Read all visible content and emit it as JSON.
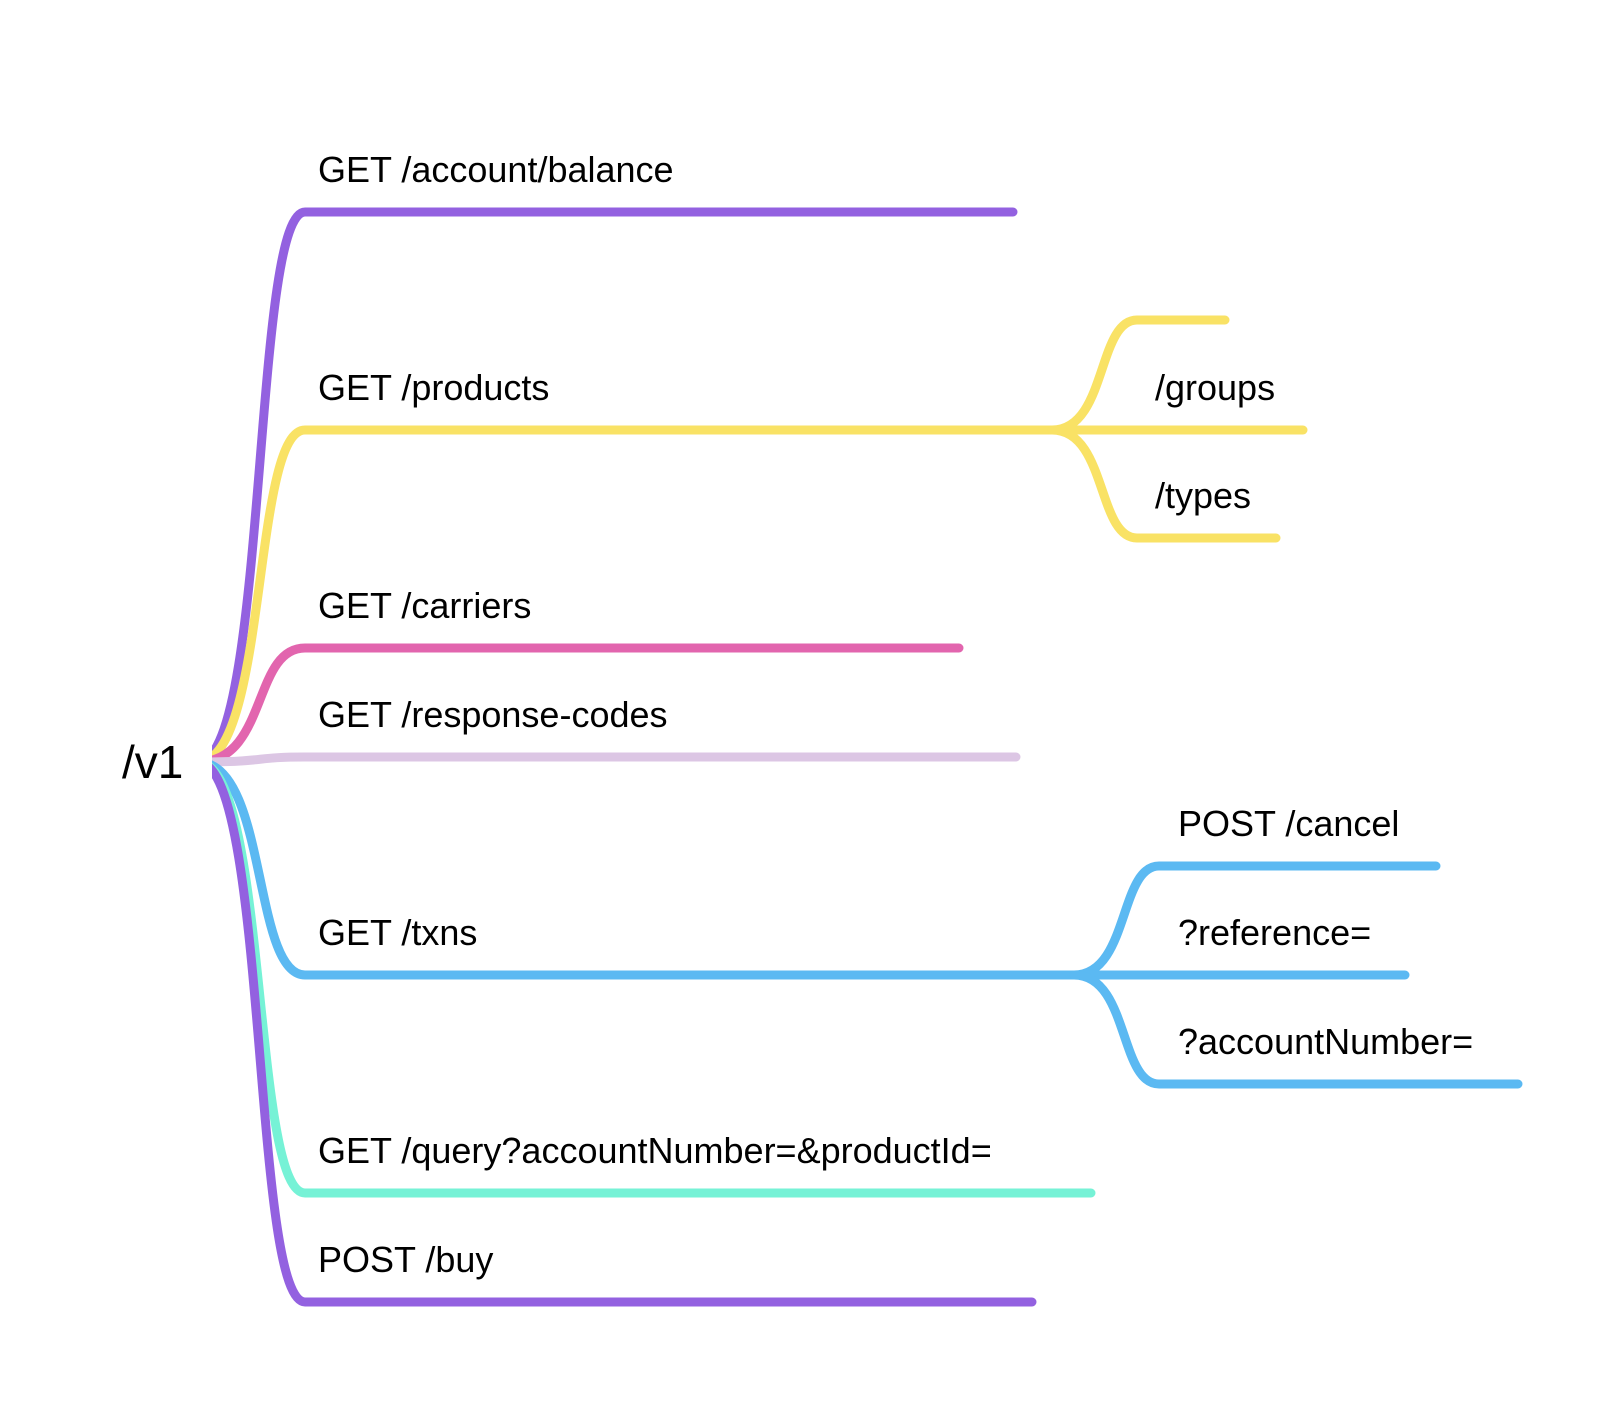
{
  "root": {
    "label": "/v1"
  },
  "branches": [
    {
      "label": "GET /account/balance",
      "color": "#9361E0",
      "children": []
    },
    {
      "label": "GET /products",
      "color": "#F9E265",
      "children": [
        {
          "label": ""
        },
        {
          "label": "/groups"
        },
        {
          "label": "/types"
        }
      ]
    },
    {
      "label": "GET /carriers",
      "color": "#E265AE",
      "children": []
    },
    {
      "label": "GET /response-codes",
      "color": "#DCC6E4",
      "children": []
    },
    {
      "label": "GET /txns",
      "color": "#5BB9F2",
      "children": [
        {
          "label": "POST /cancel"
        },
        {
          "label": "?reference="
        },
        {
          "label": "?accountNumber="
        }
      ]
    },
    {
      "label": "GET /query?accountNumber=&productId=",
      "color": "#76F2D6",
      "children": []
    },
    {
      "label": "POST /buy",
      "color": "#9361E0",
      "children": []
    }
  ]
}
